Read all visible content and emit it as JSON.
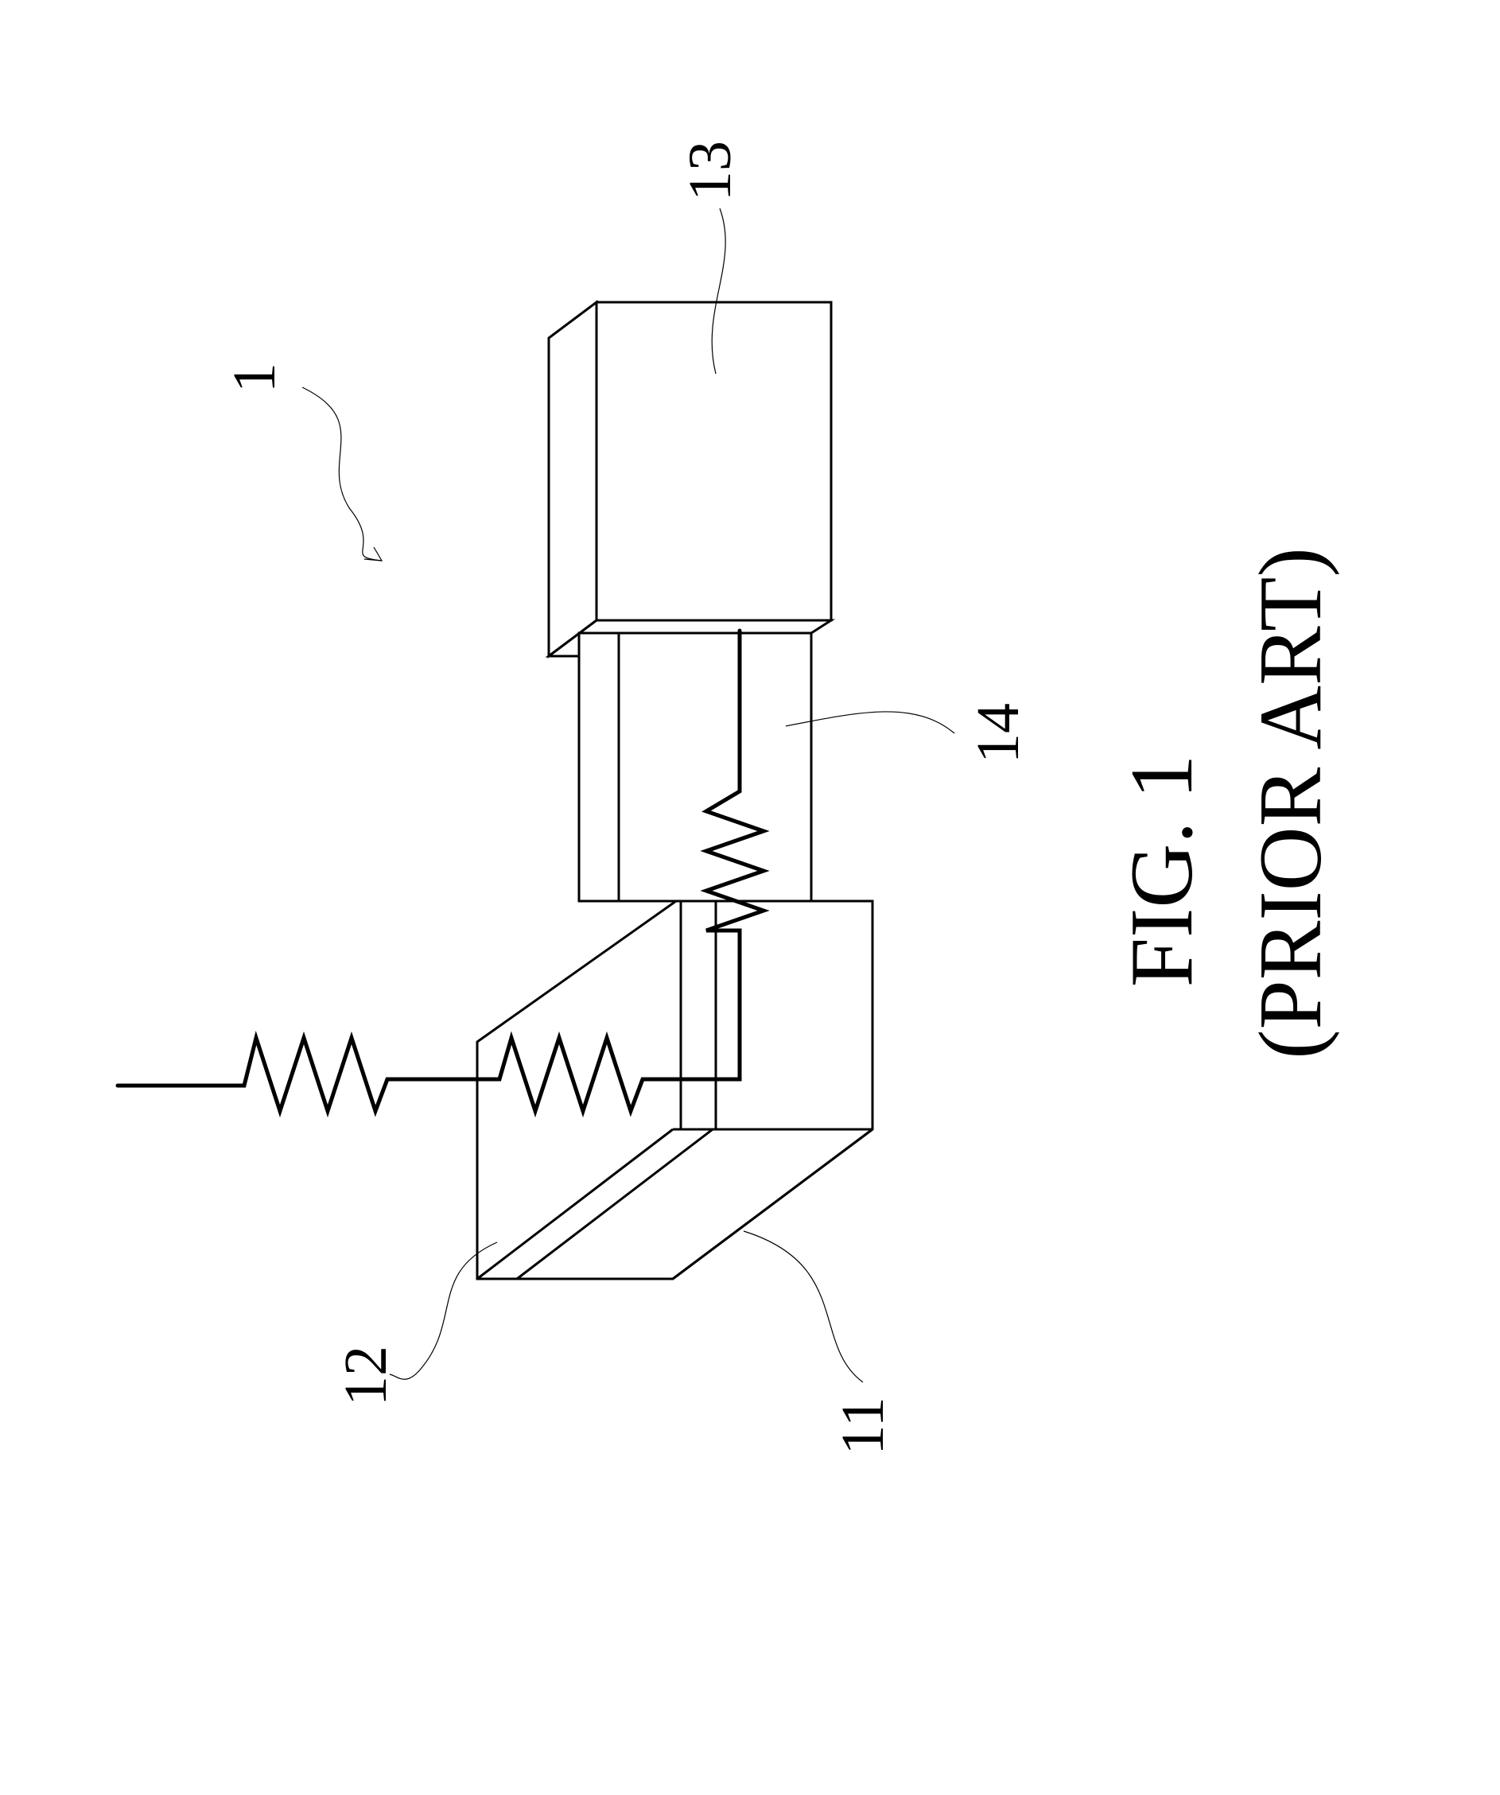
{
  "reference_numerals": {
    "device": "1",
    "block_11": "11",
    "block_12": "12",
    "block_13": "13",
    "block_14": "14"
  },
  "caption": {
    "figure": "FIG. 1",
    "note": "(PRIOR ART)"
  }
}
